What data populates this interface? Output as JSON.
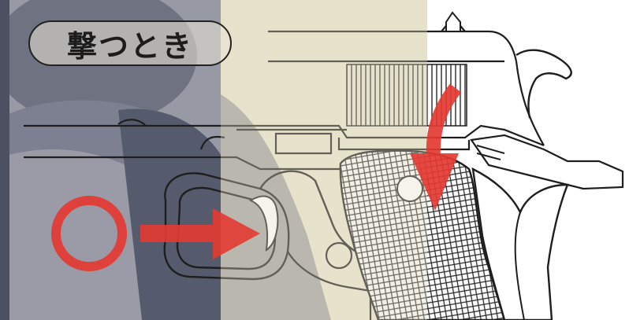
{
  "figure": {
    "label": "撃つとき",
    "colors": {
      "photo_overlay": "#8a8d98",
      "paper_tint": "#e8e4d0",
      "line_art": "#1e1e1e",
      "marker_red": "#e43a32"
    },
    "symbols": {
      "circle_marker": "red-circle",
      "arrow_to_trigger": "red-arrow-right",
      "arrow_to_grip": "red-arrow-down"
    }
  }
}
